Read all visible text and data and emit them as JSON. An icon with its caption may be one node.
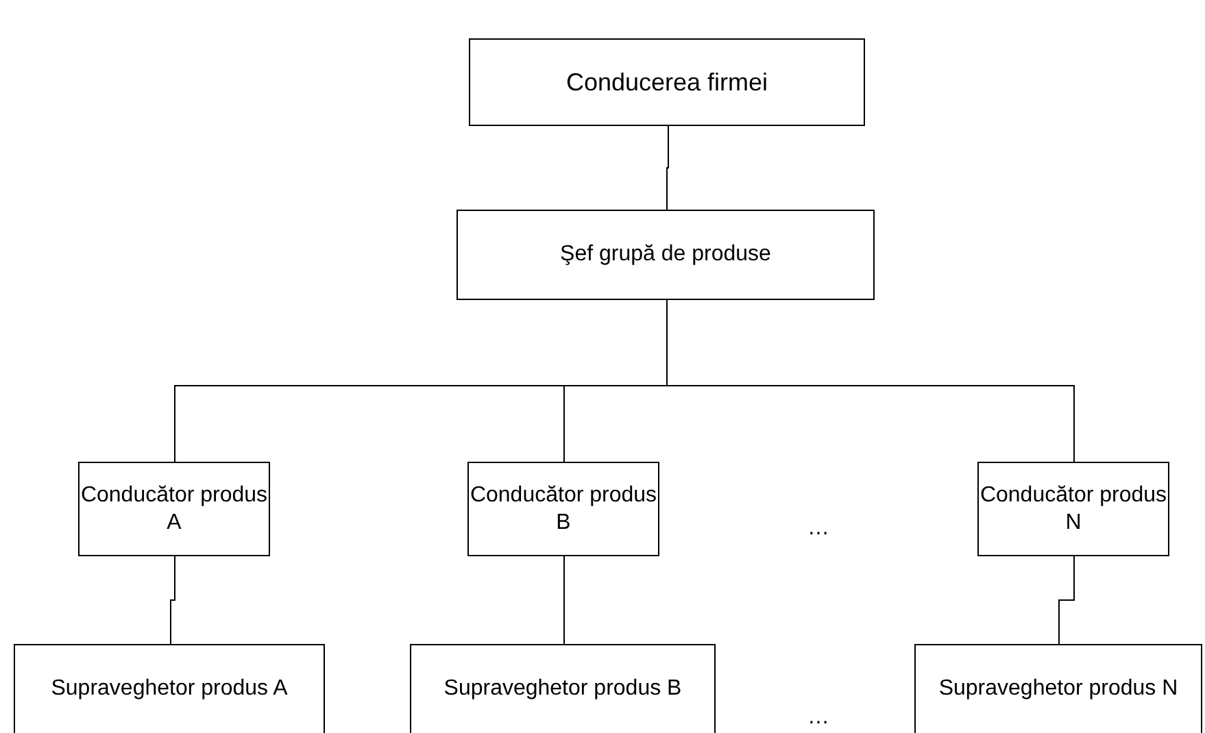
{
  "diagram": {
    "nodes": [
      {
        "text": [
          "Conducerea firmei"
        ]
      },
      {
        "text": [
          "Şef grupă de produse"
        ]
      },
      {
        "text": [
          "Conducător produs A"
        ]
      },
      {
        "text": [
          "Conducător produs B"
        ]
      },
      {
        "text": [
          "Conducător produs N"
        ]
      },
      {
        "text": [
          "Supraveghetor produs A"
        ]
      },
      {
        "text": [
          "Supraveghetor produs B"
        ]
      },
      {
        "text": [
          "Supraveghetor produs N"
        ]
      }
    ],
    "edges": [
      {
        "from": 0,
        "to": 1,
        "arrow": "none"
      },
      {
        "from": 1,
        "to": 2,
        "arrow": "none"
      },
      {
        "from": 1,
        "to": 3,
        "arrow": "none"
      },
      {
        "from": 1,
        "to": 4,
        "arrow": "none"
      },
      {
        "from": 2,
        "to": 5,
        "arrow": "none"
      },
      {
        "from": 3,
        "to": 6,
        "arrow": "none"
      },
      {
        "from": 4,
        "to": 7,
        "arrow": "none"
      }
    ],
    "labels": [
      "…",
      "…"
    ]
  }
}
